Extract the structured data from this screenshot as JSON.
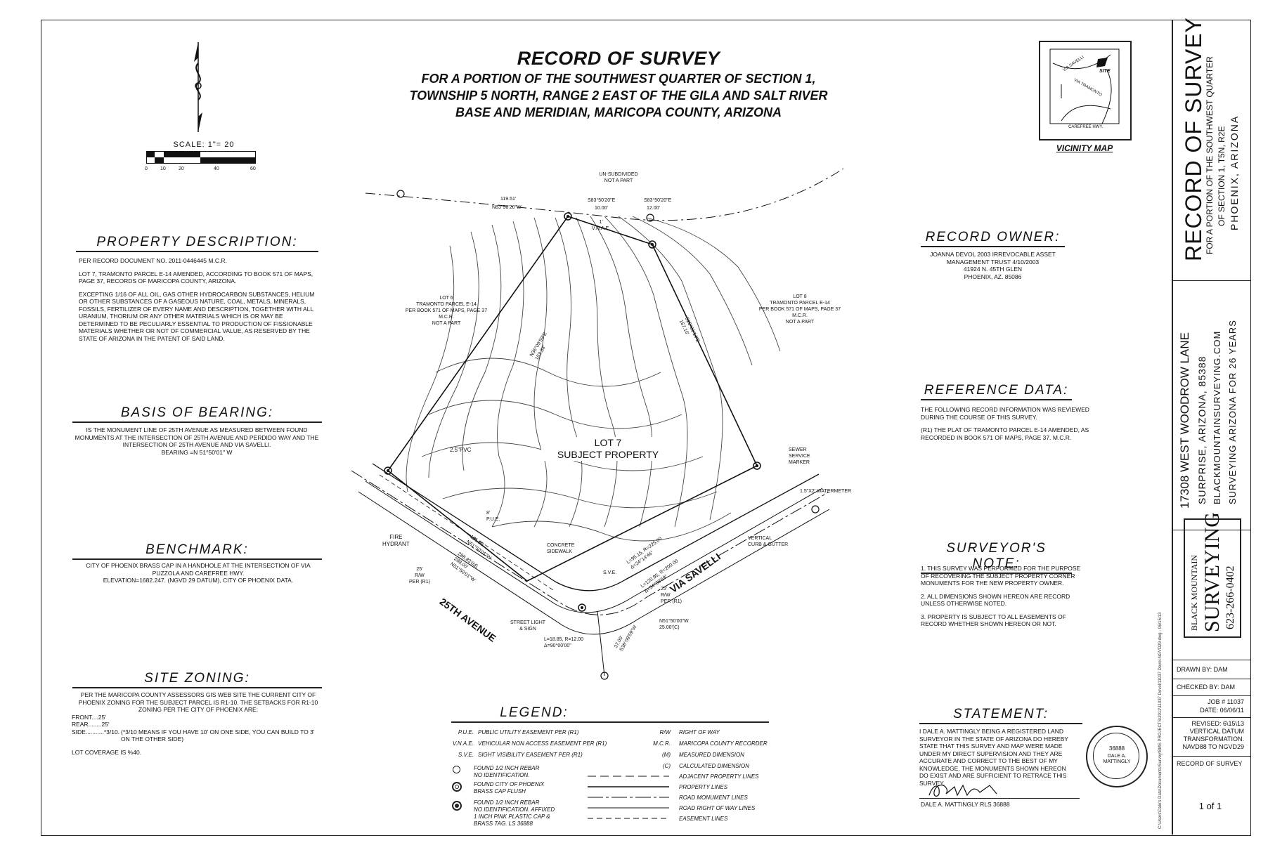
{
  "title": {
    "main": "RECORD OF SURVEY",
    "line1": "FOR A PORTION OF THE SOUTHWEST QUARTER OF SECTION 1,",
    "line2": "TOWNSHIP 5 NORTH, RANGE 2 EAST OF THE GILA AND SALT RIVER",
    "line3": "BASE AND MERIDIAN, MARICOPA COUNTY, ARIZONA"
  },
  "scale": {
    "label": "SCALE: 1\"= 20",
    "ticks": [
      "0",
      "10",
      "20",
      "40",
      "60"
    ]
  },
  "vicinity_map": {
    "label": "VICINITY MAP",
    "roads": [
      "VIA SAVELLI",
      "VIA TRAMONTO",
      "CAREFREE HWY."
    ],
    "site": "SITE"
  },
  "property_description": {
    "heading": "PROPERTY DESCRIPTION:",
    "p1": "PER RECORD DOCUMENT NO. 2011-0446445 M.C.R.",
    "p2": "LOT 7, TRAMONTO PARCEL E-14 AMENDED, ACCORDING TO BOOK 571 OF MAPS, PAGE 37, RECORDS OF MARICOPA COUNTY, ARIZONA.",
    "p3": "EXCEPTING 1/16 OF ALL OIL, GAS OTHER HYDROCARBON SUBSTANCES, HELIUM OR OTHER SUBSTANCES OF A GASEOUS NATURE, COAL, METALS, MINERALS, FOSSILS, FERTILIZER OF EVERY NAME AND DESCRIPTION, TOGETHER WITH ALL URANIUM, THORIUM OR ANY OTHER MATERIALS WHICH IS OR MAY BE DETERMINED TO BE PECULIARLY ESSENTIAL TO PRODUCTION OF FISSIONABLE MATERIALS WHETHER OR NOT OF COMMERCIAL VALUE, AS RESERVED BY THE STATE OF ARIZONA IN THE PATENT OF SAID LAND."
  },
  "basis_of_bearing": {
    "heading": "BASIS OF BEARING:",
    "text": "IS THE MONUMENT LINE OF 25TH AVENUE AS MEASURED BETWEEN FOUND MONUMENTS AT THE INTERSECTION OF 25TH AVENUE AND PERDIDO WAY AND THE INTERSECTION OF 25TH AVENUE AND VIA SAVELLI.",
    "bearing": "BEARING =N 51°50'01\" W"
  },
  "benchmark": {
    "heading": "BENCHMARK:",
    "text": "CITY OF PHOENIX BRASS CAP IN A HANDHOLE AT THE INTERSECTION OF VIA PUZZOLA AND CAREFREE HWY.",
    "elevation": "ELEVATION=1682.247. (NGVD 29 DATUM), CITY OF PHOENIX DATA."
  },
  "site_zoning": {
    "heading": "SITE ZONING:",
    "text": "PER THE MARICOPA COUNTY ASSESSORS GIS WEB SITE THE CURRENT CITY OF PHOENIX ZONING FOR THE SUBJECT PARCEL IS R1-10. THE SETBACKS FOR R1-10 ZONING PER THE CITY OF PHOENIX ARE:",
    "front": "FRONT....25'",
    "rear": "REAR........25'",
    "side": "SIDE...........*3/10.",
    "side_note": "(*3/10 MEANS IF YOU HAVE 10' ON ONE SIDE, YOU CAN BUILD TO 3' ON THE OTHER SIDE)",
    "coverage": "LOT COVERAGE IS %40."
  },
  "record_owner": {
    "heading": "RECORD OWNER:",
    "l1": "JOANNA DEVOL 2003 IRREVOCABLE ASSET",
    "l2": "MANAGEMENT TRUST 4/10/2003",
    "l3": "41924 N. 45TH GLEN",
    "l4": "PHOENIX, AZ. 85086"
  },
  "reference_data": {
    "heading": "REFERENCE DATA:",
    "p1": "THE FOLLOWING RECORD INFORMATION WAS REVIEWED DURING THE COURSE OF THIS SURVEY.",
    "p2": "(R1) THE PLAT OF TRAMONTO PARCEL E-14 AMENDED, AS RECORDED IN BOOK 571 OF MAPS, PAGE 37. M.C.R."
  },
  "surveyors_note": {
    "heading": "SURVEYOR'S NOTE:",
    "n1": "1. THIS SURVEY WAS PERFORMED FOR THE PURPOSE OF RECOVERING THE SUBJECT PROPERTY CORNER MONUMENTS FOR THE NEW PROPERTY OWNER.",
    "n2": "2. ALL DIMENSIONS SHOWN HEREON ARE RECORD UNLESS OTHERWISE NOTED.",
    "n3": "3. PROPERTY IS SUBJECT TO ALL EASEMENTS OF RECORD WHETHER SHOWN HEREON OR NOT."
  },
  "statement": {
    "heading": "STATEMENT:",
    "text": "I DALE A. MATTINGLY BEING A REGISTERED LAND SURVEYOR IN THE STATE OF ARIZONA DO HEREBY STATE THAT THIS SURVEY AND MAP WERE MADE UNDER MY DIRECT SUPERVISION AND THEY ARE ACCURATE AND CORRECT TO THE BEST OF MY KNOWLEDGE. THE MONUMENTS SHOWN HEREON DO EXIST AND ARE SUFFICIENT TO RETRACE THIS SURVEY.",
    "signer": "DALE A. MATTINGLY RLS 36888",
    "seal_name": "DALE A. MATTINGLY",
    "seal_no": "36888"
  },
  "legend": {
    "heading": "LEGEND:",
    "left": [
      {
        "abbr": "P.U.E.",
        "text": "PUBLIC UTILITY EASEMENT PER (R1)"
      },
      {
        "abbr": "V.N.A.E.",
        "text": "VEHICULAR NON ACCESS EASEMENT PER (R1)"
      },
      {
        "abbr": "S.V.E.",
        "text": "SIGHT VISIBILITY EASEMENT PER (R1)"
      }
    ],
    "symbols": [
      {
        "text1": "FOUND 1/2 INCH REBAR",
        "text2": "NO IDENTIFICATION."
      },
      {
        "text1": "FOUND CITY OF PHOENIX",
        "text2": "BRASS CAP FLUSH"
      },
      {
        "text1": "FOUND 1/2 INCH REBAR",
        "text2": "NO IDENTIFICATION. AFFIXED",
        "text3": "1 INCH PINK PLASTIC CAP &",
        "text4": "BRASS TAG. LS 36888"
      }
    ],
    "right": [
      {
        "abbr": "R/W",
        "text": "RIGHT OF WAY"
      },
      {
        "abbr": "M.C.R.",
        "text": "MARICOPA COUNTY RECORDER"
      },
      {
        "abbr": "(M)",
        "text": "MEASURED DIMENSION"
      },
      {
        "abbr": "(C)",
        "text": "CALCULATED DIMENSION"
      }
    ],
    "lines": [
      "ADJACENT PROPERTY LINES",
      "PROPERTY LINES",
      "ROAD MONUMENT LINES",
      "ROAD RIGHT OF WAY LINES",
      "EASEMENT LINES"
    ]
  },
  "drawing_labels": {
    "unsubdivided": "UN-SUBDIVIDED",
    "not_a_part": "NOT A PART",
    "lot6_1": "LOT 6",
    "lot6_2": "TRAMONTO PARCEL E-14",
    "lot6_3": "PER BOOK 571 OF MAPS, PAGE 37",
    "lot6_4": "M.C.R.",
    "lot6_5": "NOT A PART",
    "lot8_1": "LOT 8",
    "lot8_2": "TRAMONTO PARCEL E-14",
    "lot8_3": "PER BOOK 571 OF MAPS, PAGE 37",
    "lot8_4": "M.C.R.",
    "lot8_5": "NOT A PART",
    "lot7": "LOT 7",
    "subject": "SUBJECT PROPERTY",
    "b1": "119.51'",
    "b2": "N83°50'20\"W",
    "b3": "S83°50'20\"E",
    "b4": "10.00'",
    "b5": "S83°50'20\"E",
    "b6": "12.00'",
    "vnae1": "1'",
    "vnae2": "V.N.A.E.",
    "pvc": "2.5\"PVC",
    "sewer1": "SEWER",
    "sewer2": "SERVICE",
    "sewer3": "MARKER",
    "water": "1.5\"X2' WATERMETER",
    "pue_num": "8'",
    "pue": "P.U.E.",
    "fire1": "FIRE",
    "fire2": "HYDRANT",
    "rw25a": "25'",
    "rw_a": "R/W",
    "per_a": "PER (R1)",
    "ave": "25TH AVENUE",
    "savelli": "VIA SAVELLI",
    "concrete1": "CONCRETE",
    "concrete2": "SIDEWALK",
    "sve": "S.V.E.",
    "vert1": "VERTICAL",
    "vert2": "CURB & GUTTER",
    "rw25b": "25'",
    "rw_b": "R/W",
    "per_b": "PER (R1)",
    "light1": "STREET LIGHT",
    "light2": "& SIGN",
    "curve1": "L=18.85, R=12.00",
    "curve2": "Δ=90°00'00\"",
    "n51": "N51°50'00\"W",
    "n51d": "25.00'(C)",
    "s38a": "37.00'",
    "s38b": "S38°09'59\"W",
    "len1": "288.83'(M)",
    "len2": "288.00'",
    "len3": "N51°50'01\"W",
    "len4": "121.50'",
    "len5": "N51°50'01\"W",
    "cv1": "L=120.95, R=200.00",
    "cv2": "Δ=34°38'59\"",
    "cv3": "L=95.15, R=225.00",
    "cv4": "Δ=24°14'46\"",
    "lw1": "N36°09'59\"E",
    "lw2": "183.34'",
    "le1": "S25°01'14\"E",
    "le2": "167.16'"
  },
  "title_block": {
    "title": "RECORD OF SURVEY",
    "sub1": "FOR A PORTION OF THE SOUTHWEST QUARTER",
    "sub2": "OF SECTION 1, T5N, R2E",
    "sub3": "PHOENIX, ARIZONA",
    "address": "17308 WEST WOODROW LANE",
    "city": "SURPRISE, ARIZONA, 85388",
    "web": "BLACKMOUNTAINSURVEYING.COM",
    "years": "SURVEYING ARIZONA FOR 26 YEARS",
    "logo_top": "BLACK MOUNTAIN",
    "logo_main": "SURVEYING",
    "logo_phone": "623-266-0402",
    "drawn_by": "DRAWN BY:  DAM",
    "checked_by": "CHECKED BY:  DAM",
    "job": "JOB # 11037",
    "date": "DATE: 06/06/11",
    "revised1": "REVISED:  6\\15\\13",
    "revised2": "VERTICAL DATUM",
    "revised3": "TRANSFORMATION.",
    "revised4": "NAVD88 TO NGVD29",
    "sheet_title": "RECORD OF SURVEY",
    "sheet": "1 of 1"
  },
  "file_path": "C:\\Users\\Dale's Data\\Documents\\Survey\\BMS PROJECTS\\2011\\11037 Devol\\11037 Devol-NGVD29.dwg - 06/15/13"
}
